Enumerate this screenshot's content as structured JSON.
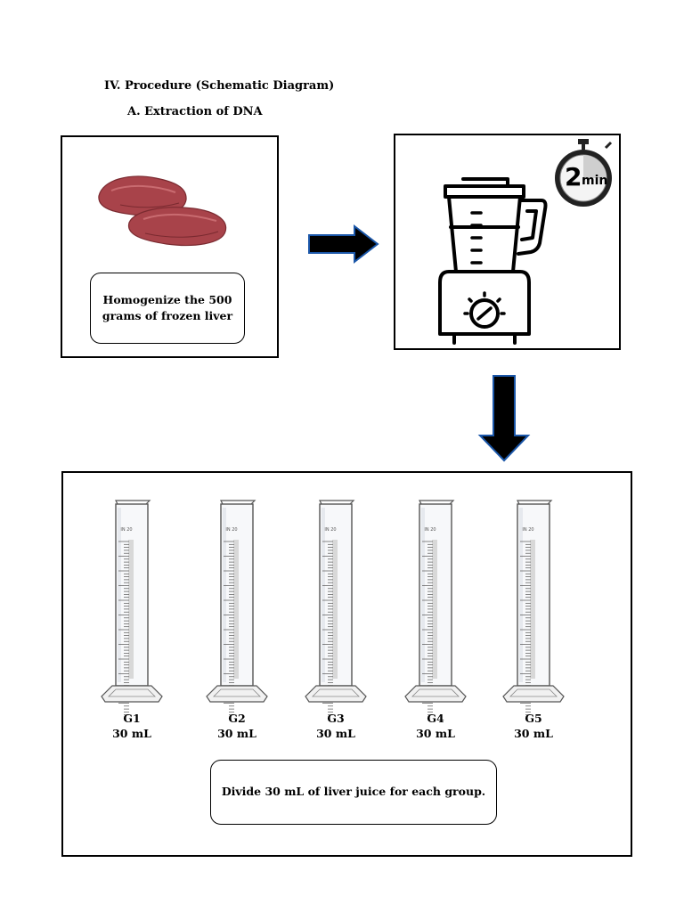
{
  "section_title": "IV. Procedure (Schematic Diagram)",
  "subsection_title": "A.  Extraction of DNA",
  "step1": {
    "text_line1": "Homogenize the 500",
    "text_line2": "grams of frozen liver"
  },
  "timer": {
    "value": "2",
    "unit": "min"
  },
  "cylinders": [
    {
      "group": "G1",
      "volume": "30 mL"
    },
    {
      "group": "G2",
      "volume": "30 mL"
    },
    {
      "group": "G3",
      "volume": "30 mL"
    },
    {
      "group": "G4",
      "volume": "30 mL"
    },
    {
      "group": "G5",
      "volume": "30 mL"
    }
  ],
  "step3": {
    "text": "Divide 30 mL of liver juice for each group."
  },
  "colors": {
    "liver": "#a8434a",
    "liver_dark": "#7a2a30",
    "arrow_fill": "#000000",
    "arrow_outline": "#1a56a8"
  }
}
